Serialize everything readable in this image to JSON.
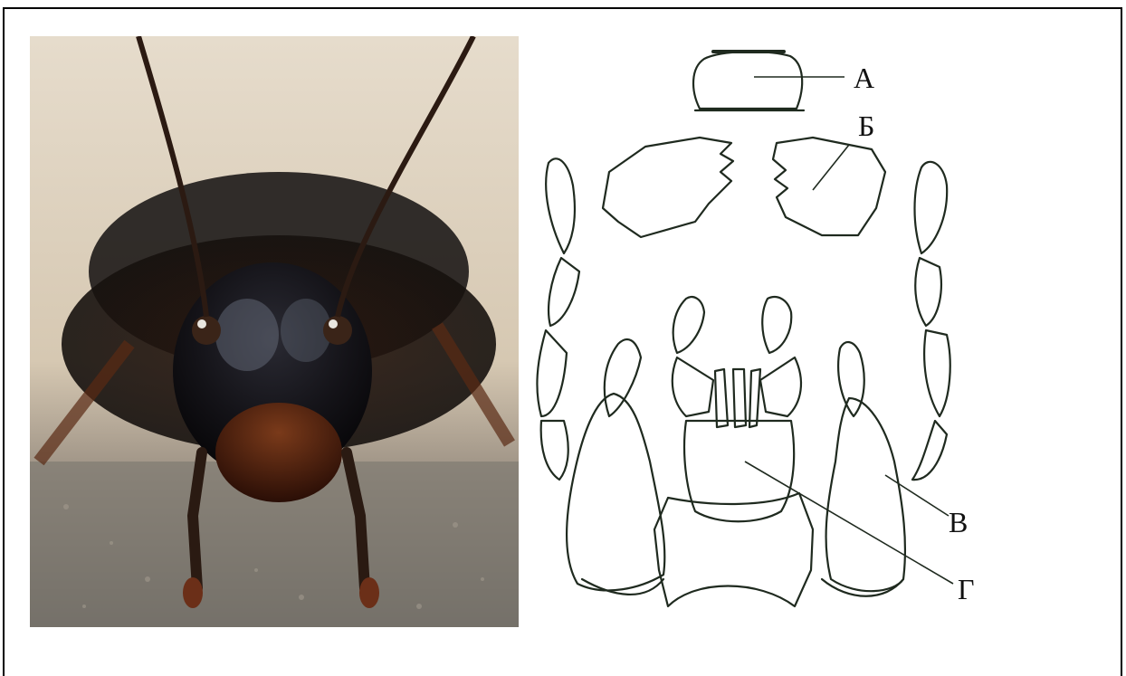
{
  "diagram": {
    "labels": {
      "a": "А",
      "b": "Б",
      "v": "В",
      "g": "Г"
    }
  }
}
